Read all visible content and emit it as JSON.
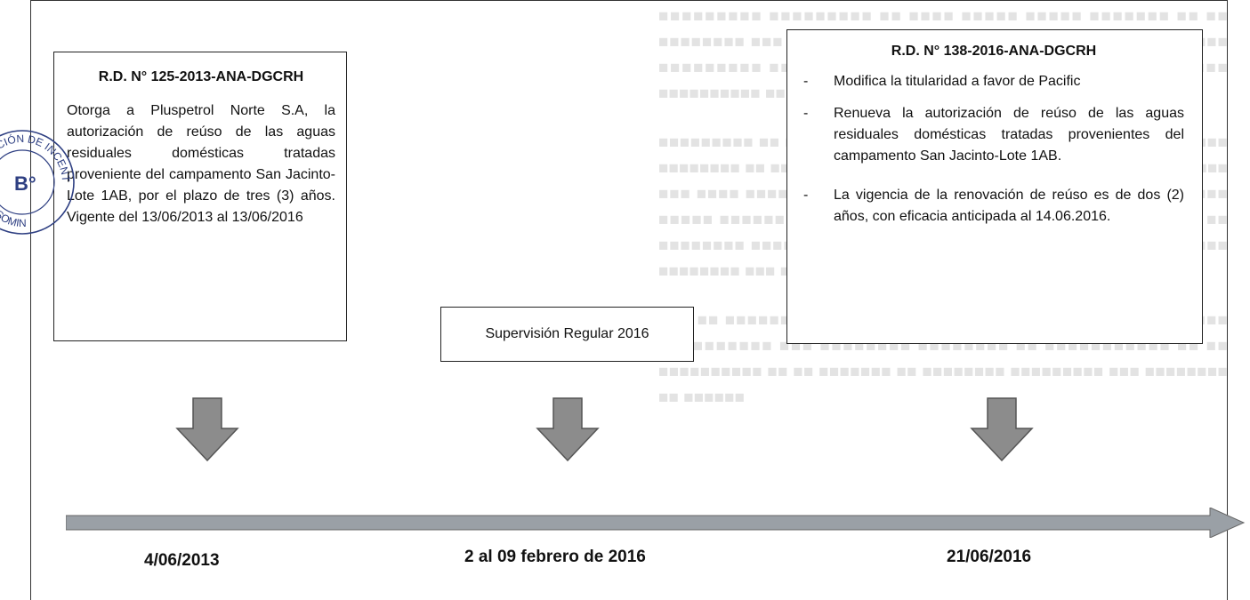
{
  "boxes": {
    "left": {
      "title": "R.D. N° 125-2013-ANA-DGCRH",
      "body": "Otorga a Pluspetrol Norte S.A, la autorización de reúso de las aguas residuales domésticas tratadas proveniente del campamento San Jacinto-Lote 1AB, por el plazo de tres (3) años. Vigente del 13/06/2013 al 13/06/2016"
    },
    "middle": {
      "label": "Supervisión Regular 2016"
    },
    "right": {
      "title": "R.D. N° 138-2016-ANA-DGCRH",
      "items": [
        "Modifica la titularidad a favor de Pacific",
        "Renueva la autorización de reúso de las aguas residuales domésticas tratadas provenientes del campamento San Jacinto-Lote 1AB.",
        "La vigencia de la renovación de reúso es de dos (2) años, con eficacia anticipada al 14.06.2016."
      ]
    }
  },
  "timeline": {
    "dates": [
      "4/06/2013",
      "2 al 09 febrero de 2016",
      "21/06/2016"
    ]
  },
  "stamp": {
    "text_top": "APLICACIÓN DE INCENT",
    "text_bottom": "EFA - SOMIN",
    "center": "B°"
  },
  "colors": {
    "arrow_fill": "#8c8c8c",
    "arrow_stroke": "#555555",
    "timeline_fill": "#9aa0a6",
    "stamp_ink": "#2e3f82"
  }
}
